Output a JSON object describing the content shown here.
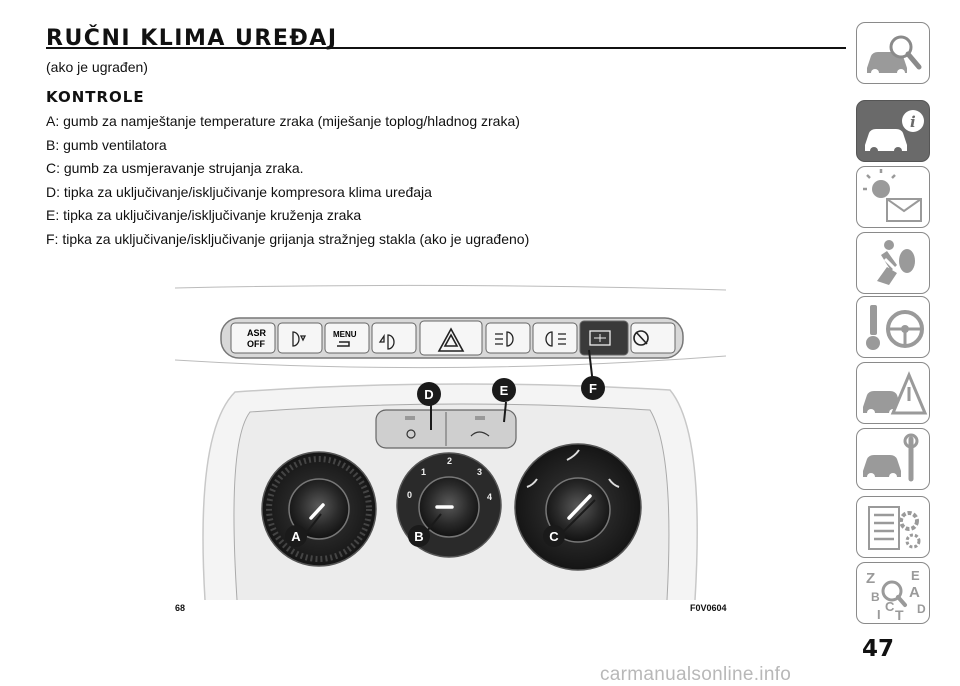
{
  "title": "RUČNI KLIMA UREĐAJ",
  "subtitle": "(ako je ugrađen)",
  "section_title": "KONTROLE",
  "controls": [
    "A: gumb za namještanje temperature zraka (miješanje toplog/hladnog zraka)",
    "B: gumb ventilatora",
    "C: gumb za usmjeravanje strujanja zraka.",
    "D: tipka za uključivanje/isključivanje kompresora klima uređaja",
    "E: tipka za uključivanje/isključivanje kruženja zraka",
    "F: tipka za uključivanje/isključivanje grijanja stražnjeg stakla (ako je ugrađeno)"
  ],
  "figure": {
    "number": "68",
    "code": "F0V0604",
    "switch_labels": {
      "asr_1": "ASR",
      "asr_2": "OFF",
      "menu": "MENU"
    },
    "callouts": [
      "A",
      "B",
      "C",
      "D",
      "E",
      "F"
    ],
    "fan_speeds": [
      "0",
      "1",
      "2",
      "3",
      "4"
    ]
  },
  "side_tabs": [
    {
      "icon": "car-search-icon",
      "active": false
    },
    {
      "icon": "car-info-icon",
      "active": true
    },
    {
      "icon": "warning-light-message-icon",
      "active": false
    },
    {
      "icon": "seat-airbag-icon",
      "active": false
    },
    {
      "icon": "steering-wheel-key-icon",
      "active": false
    },
    {
      "icon": "car-warning-triangle-icon",
      "active": false
    },
    {
      "icon": "car-service-tools-icon",
      "active": false
    },
    {
      "icon": "technical-data-list-icon",
      "active": false
    },
    {
      "icon": "alphabetical-index-icon",
      "active": false
    }
  ],
  "index_letters": [
    "Z",
    "E",
    "A",
    "B",
    "C",
    "D",
    "T",
    "I"
  ],
  "page_number": "47",
  "watermark": "carmanualsonline.info",
  "colors": {
    "active_tab": "#6a6a6a",
    "callout": "#1a1a1a"
  }
}
